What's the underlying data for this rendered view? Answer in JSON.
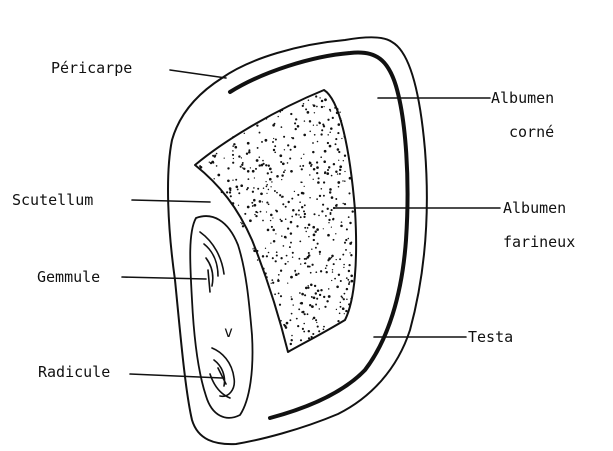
{
  "labels": {
    "pericarpe": "Péricarpe",
    "albumen_corne_line1": "Albumen",
    "albumen_corne_line2": "corné",
    "scutellum": "Scutellum",
    "albumen_farineux_line1": "Albumen",
    "albumen_farineux_line2": "farineux",
    "gemmule": "Gemmule",
    "testa": "Testa",
    "radicule": "Radicule"
  },
  "colors": {
    "ink": "#111111",
    "background": "#ffffff"
  }
}
